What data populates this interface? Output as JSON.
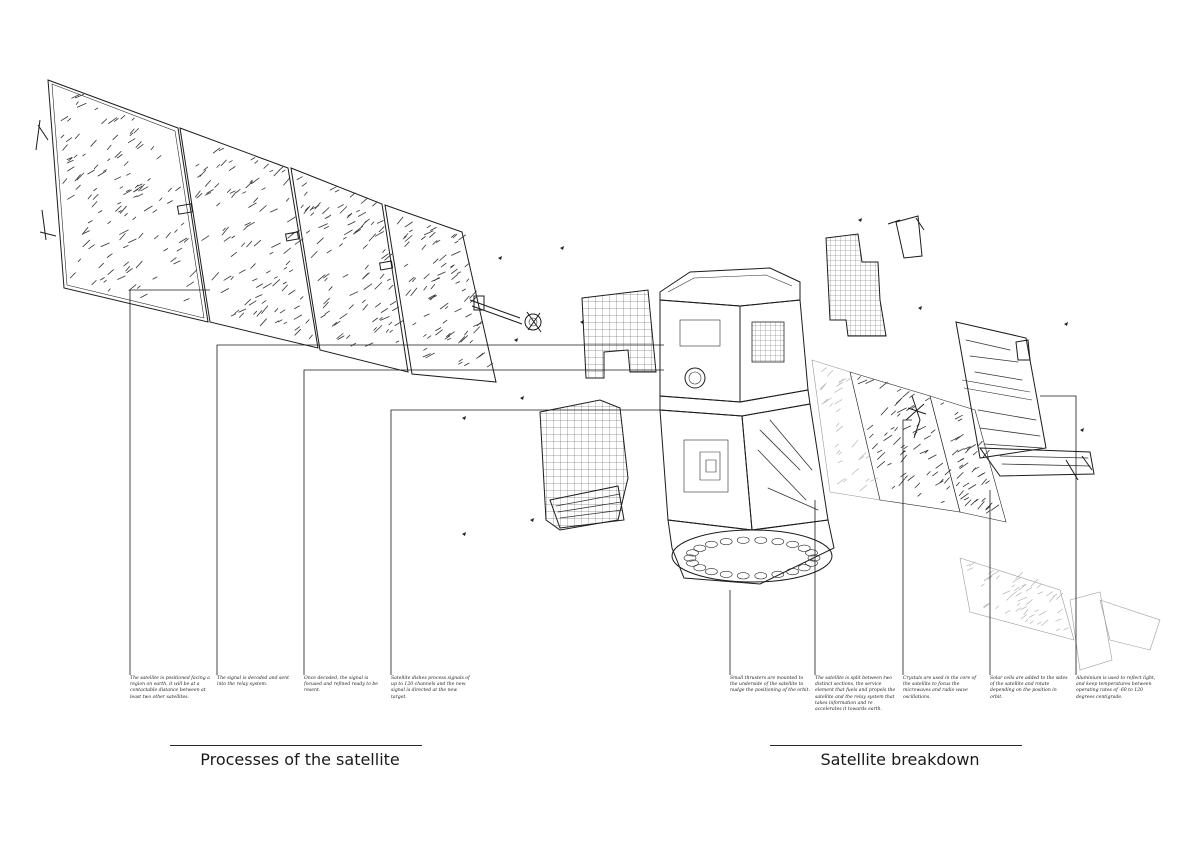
{
  "section_titles": {
    "processes": "Processes of the satellite",
    "breakdown": "Satellite breakdown"
  },
  "captions": {
    "positioning": "The satellite is positioned facing a region on earth, it will be at a contactable distance between at least two other satellites.",
    "decoding": "The signal is decoded and sent into the relay system.",
    "focusing": "Once decoded, the signal is focused and refined ready to be resent.",
    "processing": "Satellite dishes process signals of up to 120 channels and the new signal is directed at the new target.",
    "thrusters": "Small thrusters are mounted to the underside of the satellite to nudge the positioning of the orbit.",
    "sections": "The satellite is split between two distinct sections, the service element that fuels and propels the satellite and the relay system that takes information and re accelerates it towards earth.",
    "crystals": "Crystals are used in the core of the satellite to focus the microwaves and radio wave oscillations.",
    "solar_cells": "Solar cells are added to the sides of the satellite and rotate depending on the position in orbit.",
    "aluminium": "Aluminium is used to reflect light, and keep temperatures between operating rates of -60 to 120 degrees centigrade."
  }
}
